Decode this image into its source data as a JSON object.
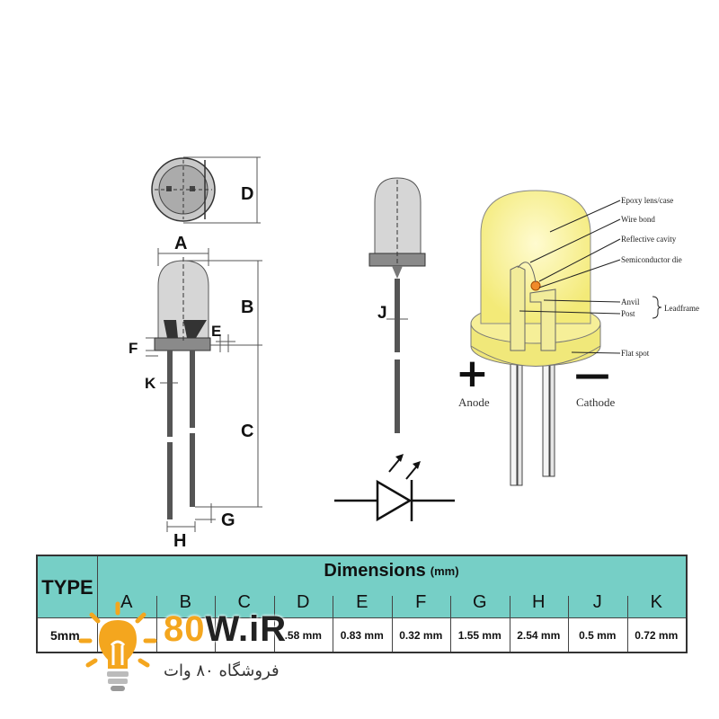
{
  "labels": {
    "D": "D",
    "A": "A",
    "B": "B",
    "E": "E",
    "F": "F",
    "K": "K",
    "C": "C",
    "G": "G",
    "H": "H",
    "J": "J"
  },
  "callouts": {
    "epoxy": "Epoxy lens/case",
    "wire_bond": "Wire bond",
    "reflective": "Reflective cavity",
    "semiconductor": "Semiconductor die",
    "anvil": "Anvil",
    "post": "Post",
    "leadframe": "Leadframe",
    "flat_spot": "Flat spot"
  },
  "polarity": {
    "plus": "+",
    "minus": "—",
    "anode": "Anode",
    "cathode": "Cathode"
  },
  "table": {
    "type_header": "TYPE",
    "dimensions_header": "Dimensions",
    "unit": "(mm)",
    "columns": [
      "A",
      "B",
      "C",
      "D",
      "E",
      "F",
      "G",
      "H",
      "J",
      "K"
    ],
    "row_type": "5mm",
    "row_values": [
      "",
      "",
      "",
      ".58 mm",
      "0.83 mm",
      "0.32 mm",
      "1.55 mm",
      "2.54 mm",
      "0.5 mm",
      "0.72 mm"
    ]
  },
  "watermark": {
    "brand_a": "80",
    "brand_b": "W.iR",
    "subtitle": "فروشگاه ۸۰ وات"
  },
  "colors": {
    "teal": "#76cfc6",
    "led_yellow": "#f6f08a",
    "watermark_orange": "#f4a61e"
  }
}
